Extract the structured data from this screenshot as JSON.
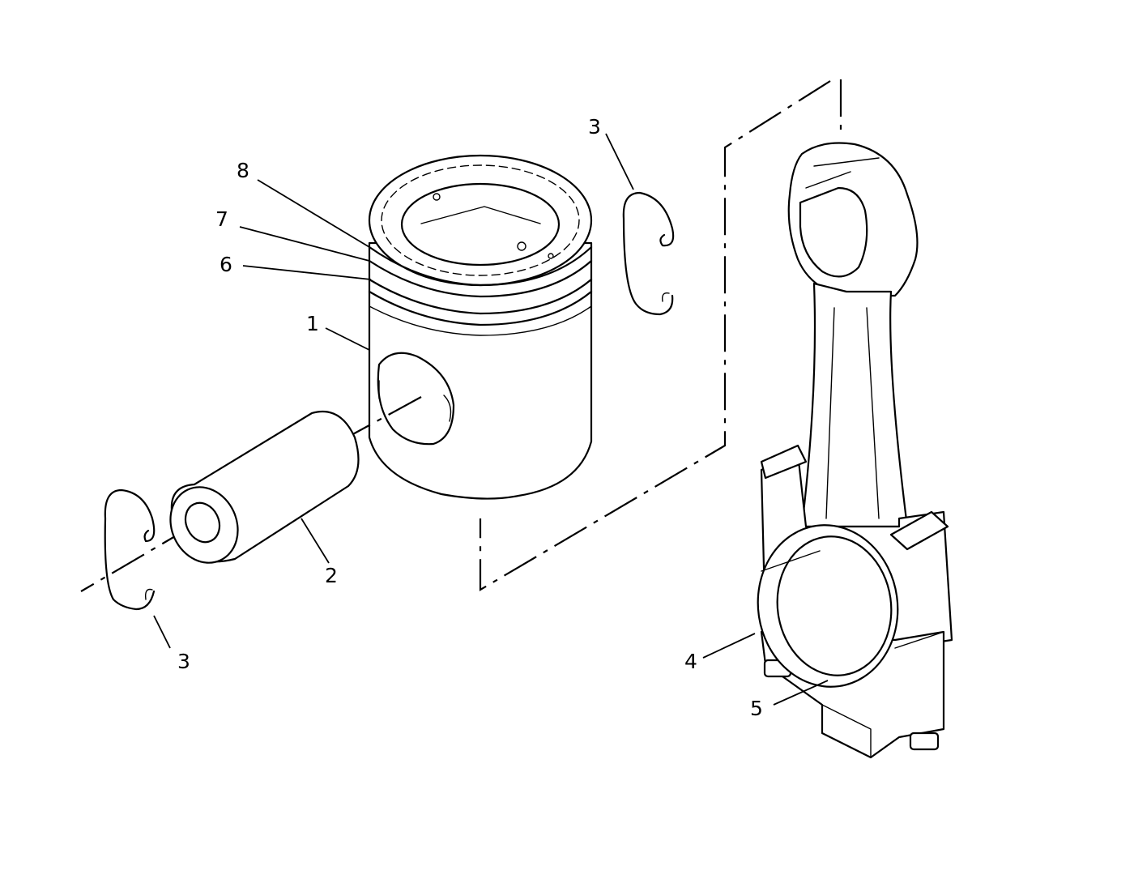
{
  "callouts": {
    "piston": "1",
    "piston_pin": "2",
    "retainer_top": "3",
    "retainer_bottom": "3",
    "connecting_rod": "4",
    "bearing": "5",
    "ring_oil": "6",
    "ring_intermediate": "7",
    "ring_top": "8"
  }
}
